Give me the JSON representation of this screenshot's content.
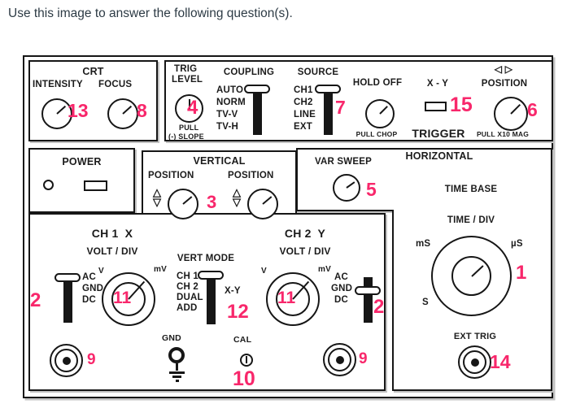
{
  "colors": {
    "callout": "#f8276b",
    "ink": "#161616",
    "header_text": "#2d3b45"
  },
  "header": {
    "instruction": "Use this image to answer the following question(s)."
  },
  "icons": {
    "left_right_arrows": "◁ ▷",
    "up_arrow": "△",
    "down_arrow": "▽"
  },
  "crt": {
    "title": "CRT",
    "intensity": "INTENSITY",
    "focus": "FOCUS",
    "intensity_callout": "13",
    "focus_callout": "8"
  },
  "trigger_section": {
    "trig_level_line1": "TRIG",
    "trig_level_line2": "LEVEL",
    "trig_level_callout": "4",
    "pull": "PULL",
    "slope": "(-) SLOPE",
    "coupling_title": "COUPLING",
    "coupling_options": [
      "AUTO",
      "NORM",
      "TV-V",
      "TV-H"
    ],
    "source_title": "SOURCE",
    "source_options": [
      "CH1",
      "CH2",
      "LINE",
      "EXT"
    ],
    "source_callout": "7",
    "hold_off": "HOLD OFF",
    "pull_chop": "PULL CHOP",
    "xy_label": "X - Y",
    "xy_callout": "15",
    "trigger_title": "TRIGGER",
    "position_label": "POSITION",
    "position_callout": "6",
    "pull_x10": "PULL X10 MAG"
  },
  "power": {
    "title": "POWER"
  },
  "vertical": {
    "title": "VERTICAL",
    "position_left": "POSITION",
    "position_right": "POSITION",
    "callout": "3"
  },
  "horizontal": {
    "title": "HORIZONTAL",
    "var_sweep": "VAR SWEEP",
    "var_sweep_callout": "5",
    "time_base": "TIME BASE",
    "time_div": "TIME / DIV",
    "unit_ms": "mS",
    "unit_us": "µS",
    "unit_s": "S",
    "time_div_callout": "1",
    "ext_trig": "EXT TRIG",
    "ext_trig_callout": "14"
  },
  "inputs": {
    "ch1_title": "CH 1  X",
    "ch1_volt_div": "VOLT / DIV",
    "ch1_v": "V",
    "ch1_mv": "mV",
    "ch1_knob_callout": "11",
    "ch1_coupling": [
      "AC",
      "GND",
      "DC"
    ],
    "ch1_coupling_callout": "2",
    "ch1_bnc_callout": "9",
    "vert_mode_title": "VERT MODE",
    "vert_mode_options": [
      "CH 1",
      "CH 2",
      "DUAL",
      "ADD"
    ],
    "vert_mode_xy": "X-Y",
    "vert_mode_callout": "12",
    "ch2_title": "CH 2  Y",
    "ch2_volt_div": "VOLT / DIV",
    "ch2_v": "V",
    "ch2_mv": "mV",
    "ch2_knob_callout": "11",
    "ch2_coupling": [
      "AC",
      "GND",
      "DC"
    ],
    "ch2_coupling_callout": "2",
    "ch2_bnc_callout": "9",
    "gnd_label": "GND",
    "cal_label": "CAL",
    "cal_callout": "10"
  }
}
